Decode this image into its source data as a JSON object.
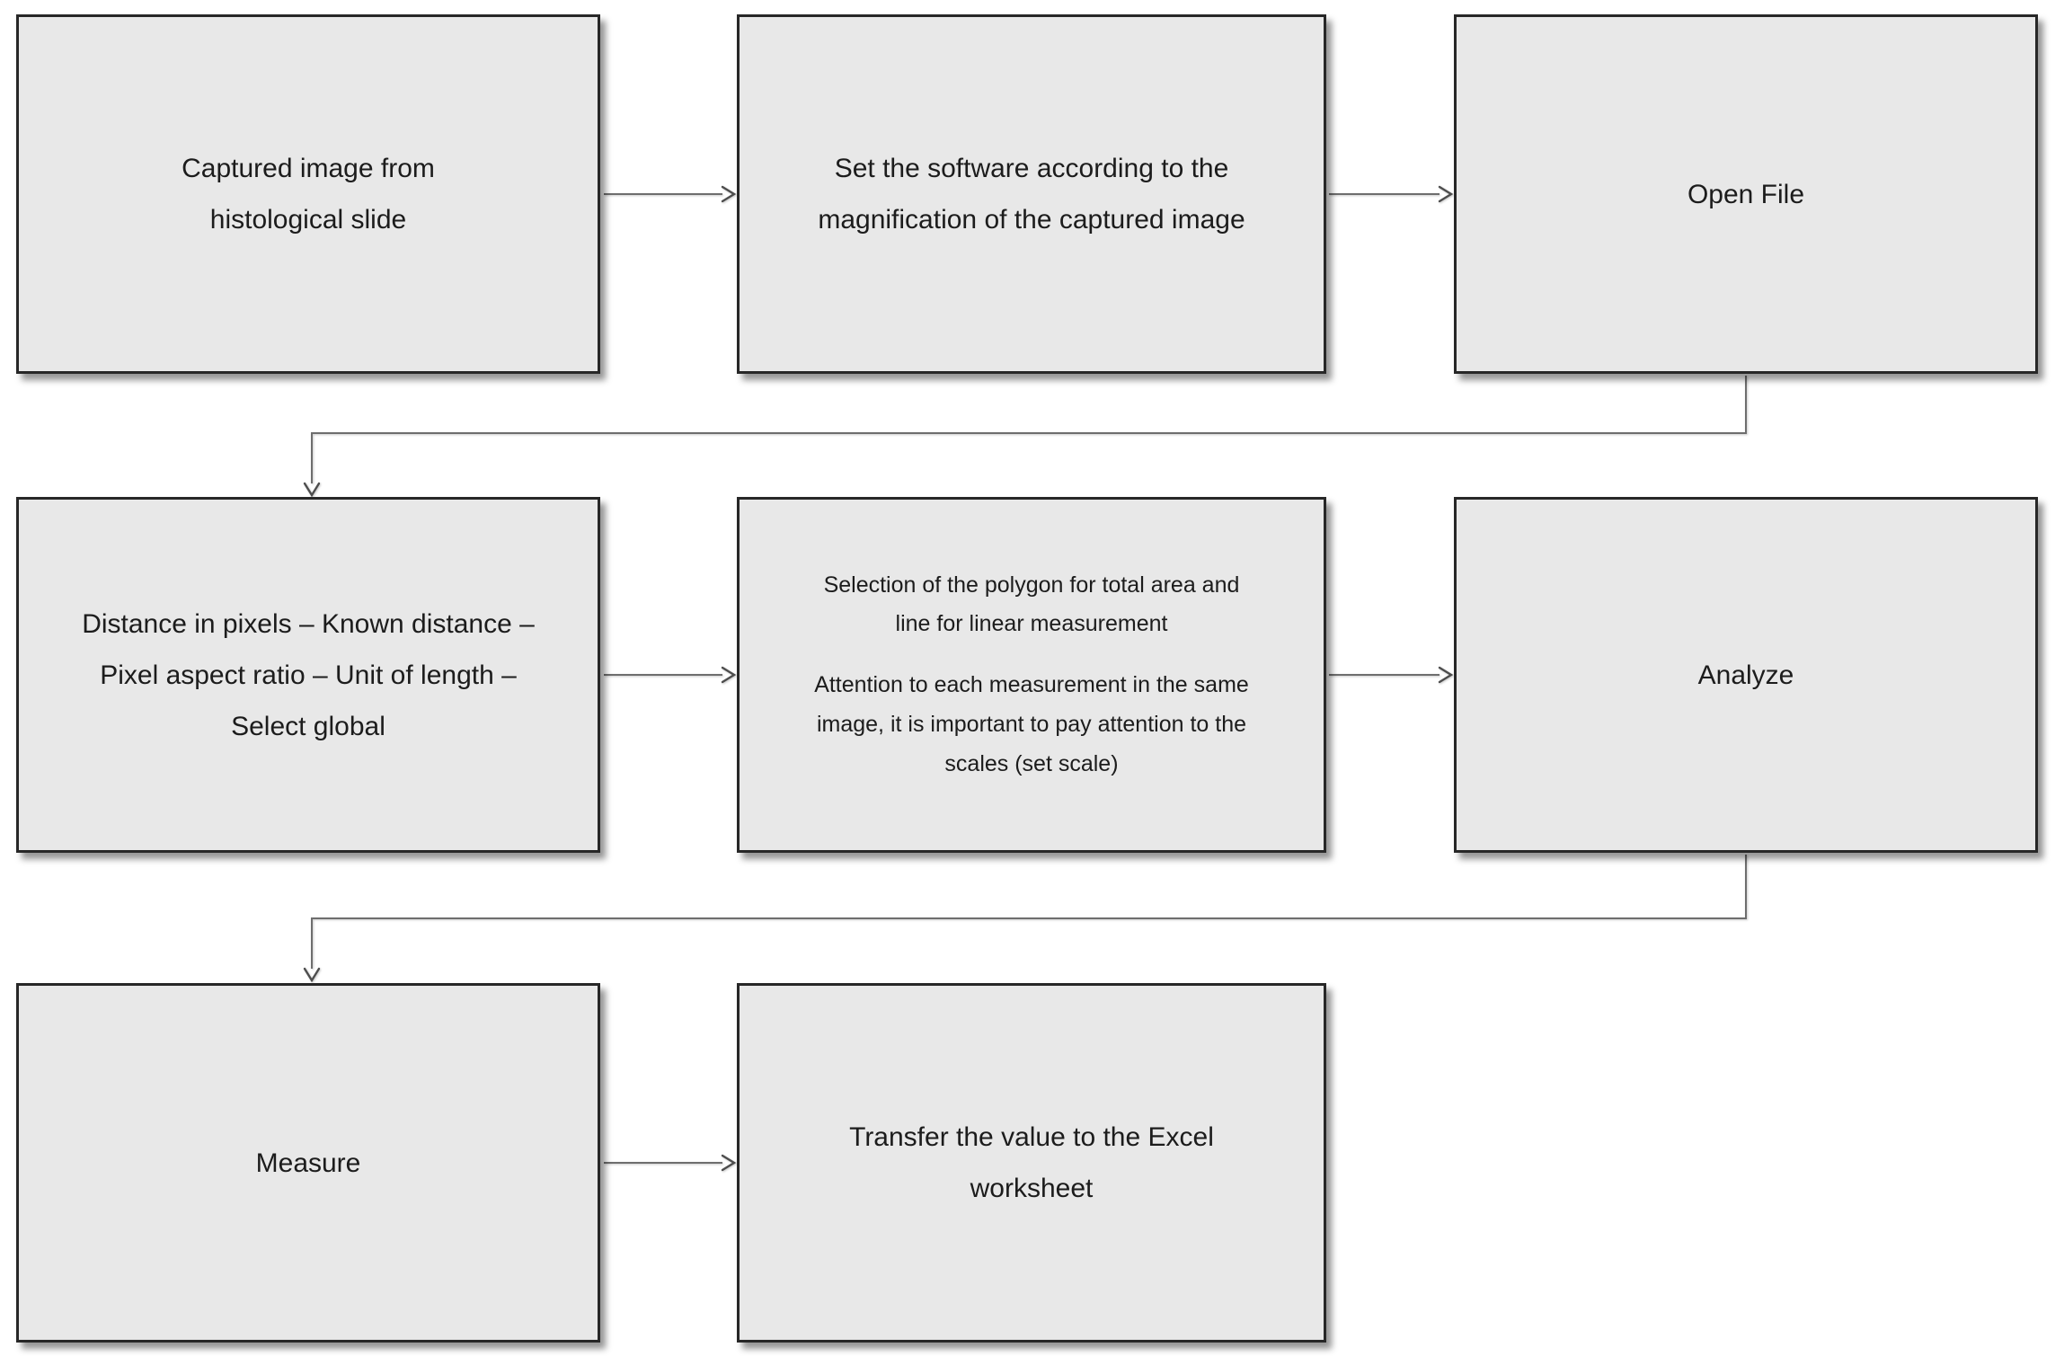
{
  "colors": {
    "background": "#ffffff",
    "box_fill": "#e8e8e8",
    "box_border": "#272727",
    "box_text": "#1c1c1c",
    "connector": "#6e6e6e",
    "arrowhead": "#4d4d4d"
  },
  "boxes": [
    {
      "id": "captured-image",
      "lines": [
        "Captured image from",
        "histological slide"
      ]
    },
    {
      "id": "set-software",
      "lines": [
        "Set the software according to the",
        "magnification of the captured image"
      ]
    },
    {
      "id": "open-file",
      "lines": [
        "Open File"
      ]
    },
    {
      "id": "distance-pixels",
      "lines": [
        "Distance in pixels – Known distance –",
        "Pixel aspect ratio – Unit of length –",
        "Select global"
      ]
    },
    {
      "id": "selection-polygon",
      "paragraphs": [
        {
          "lines": [
            "Selection of the polygon for total area and",
            "line for linear measurement"
          ]
        },
        {
          "lines": [
            "Attention to each measurement in the same",
            "image, it is important to pay attention to the",
            "scales (set scale)"
          ]
        }
      ]
    },
    {
      "id": "analyze",
      "lines": [
        "Analyze"
      ]
    },
    {
      "id": "measure",
      "lines": [
        "Measure"
      ]
    },
    {
      "id": "transfer-excel",
      "lines": [
        "Transfer the value to the Excel",
        "worksheet"
      ]
    }
  ],
  "connectors": [
    {
      "id": "arrow-captured-to-set",
      "from": "captured-image",
      "to": "set-software",
      "shape": "straight-right"
    },
    {
      "id": "arrow-set-to-openfile",
      "from": "set-software",
      "to": "open-file",
      "shape": "straight-right"
    },
    {
      "id": "elbow-openfile-to-distance",
      "from": "open-file",
      "to": "distance-pixels",
      "shape": "down-left-down"
    },
    {
      "id": "arrow-distance-to-selection",
      "from": "distance-pixels",
      "to": "selection-polygon",
      "shape": "straight-right"
    },
    {
      "id": "arrow-selection-to-analyze",
      "from": "selection-polygon",
      "to": "analyze",
      "shape": "straight-right"
    },
    {
      "id": "elbow-analyze-to-measure",
      "from": "analyze",
      "to": "measure",
      "shape": "down-left-down"
    },
    {
      "id": "arrow-measure-to-transfer",
      "from": "measure",
      "to": "transfer-excel",
      "shape": "straight-right"
    }
  ]
}
